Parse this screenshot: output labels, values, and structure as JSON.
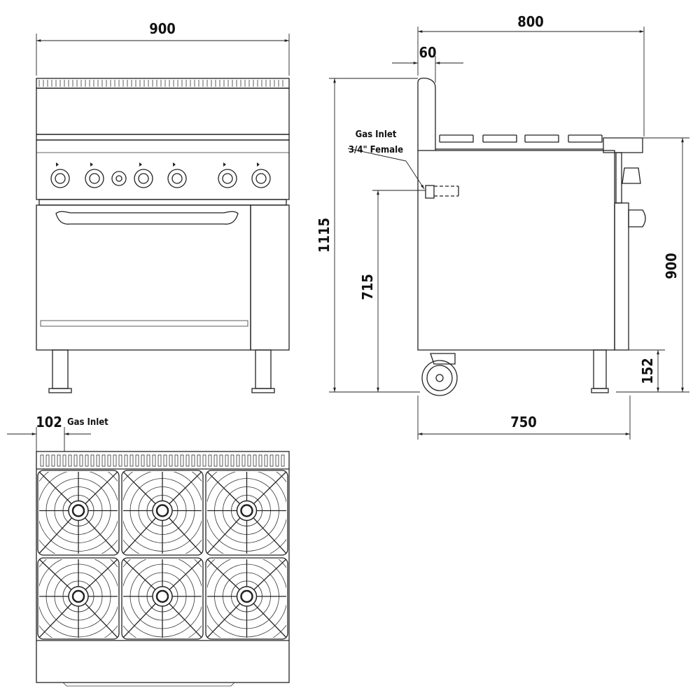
{
  "dimensions": {
    "front_width": "900",
    "side_depth_overall": "800",
    "backsplash_depth": "60",
    "overall_height": "1115",
    "gas_inlet_height": "715",
    "work_height": "900",
    "leg_height": "152",
    "body_depth": "750",
    "gas_inlet_offset": "102"
  },
  "labels": {
    "gas_inlet": "Gas Inlet",
    "gas_inlet_size": "3/4\" Female",
    "gas_inlet_top": "Gas Inlet"
  },
  "colors": {
    "line": "#222222",
    "background": "#ffffff"
  }
}
